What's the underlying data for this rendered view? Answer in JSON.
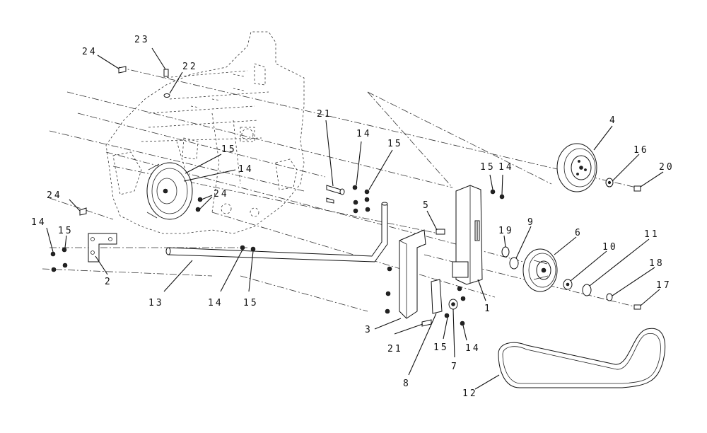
{
  "diagram": {
    "type": "exploded-parts-diagram",
    "callouts": [
      {
        "label": "24"
      },
      {
        "label": "23"
      },
      {
        "label": "22"
      },
      {
        "label": "21"
      },
      {
        "label": "14"
      },
      {
        "label": "15"
      },
      {
        "label": "15"
      },
      {
        "label": "14"
      },
      {
        "label": "24"
      },
      {
        "label": "24"
      },
      {
        "label": "14"
      },
      {
        "label": "15"
      },
      {
        "label": "2"
      },
      {
        "label": "13"
      },
      {
        "label": "14"
      },
      {
        "label": "15"
      },
      {
        "label": "4"
      },
      {
        "label": "16"
      },
      {
        "label": "20"
      },
      {
        "label": "15"
      },
      {
        "label": "14"
      },
      {
        "label": "5"
      },
      {
        "label": "19"
      },
      {
        "label": "9"
      },
      {
        "label": "6"
      },
      {
        "label": "10"
      },
      {
        "label": "11"
      },
      {
        "label": "18"
      },
      {
        "label": "17"
      },
      {
        "label": "1"
      },
      {
        "label": "3"
      },
      {
        "label": "21"
      },
      {
        "label": "15"
      },
      {
        "label": "14"
      },
      {
        "label": "7"
      },
      {
        "label": "8"
      },
      {
        "label": "12"
      }
    ]
  }
}
